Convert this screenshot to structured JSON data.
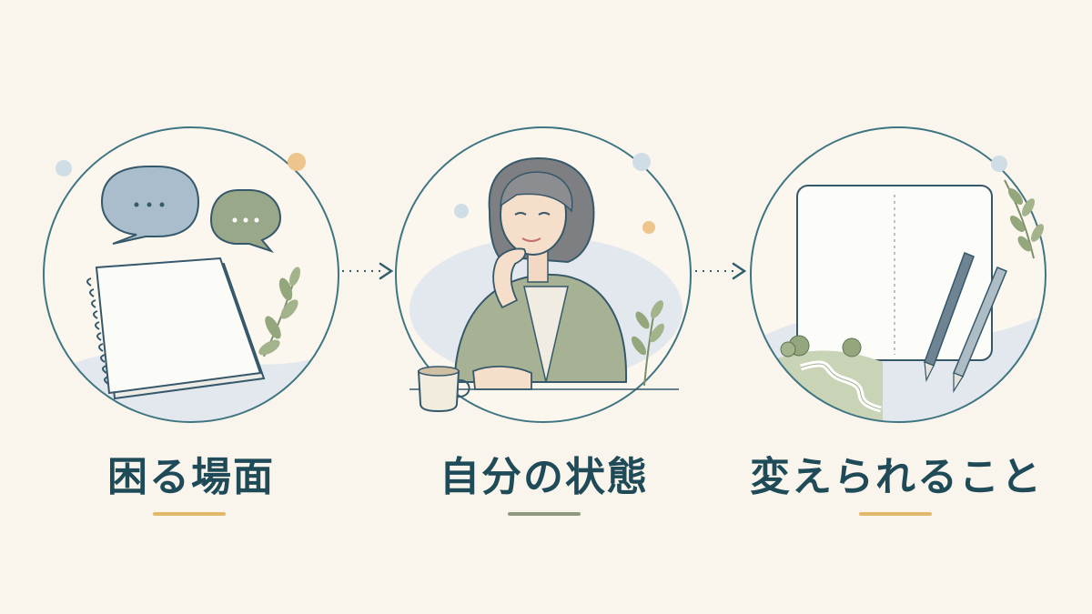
{
  "steps": [
    {
      "label": "困る場面",
      "illustration": "notebook-with-speech-bubbles",
      "underline_color": "#e2b96a"
    },
    {
      "label": "自分の状態",
      "illustration": "thinking-woman-with-coffee",
      "underline_color": "#8d9a7f"
    },
    {
      "label": "変えられること",
      "illustration": "open-notebook-with-pens-and-path",
      "underline_color": "#e2b96a"
    }
  ],
  "colors": {
    "background": "#faf5ec",
    "circle_stroke": "#3e7582",
    "label_text": "#1f4a58",
    "arrow": "#2f5f6e",
    "leaf": "#93a67c",
    "accent_dot_orange": "#eec48d",
    "accent_dot_blue": "#cfdde6"
  }
}
